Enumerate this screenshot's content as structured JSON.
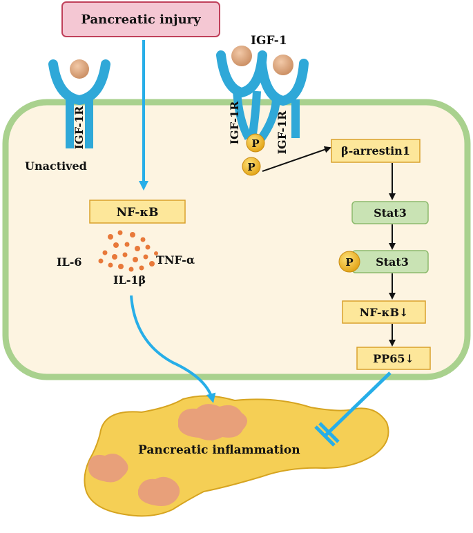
{
  "injury": "Pancreatic injury",
  "ligand": "IGF-1",
  "receptor_left": "IGF-1R",
  "receptor_pair_left": "IGF-1R",
  "receptor_pair_right": "IGF-1R",
  "unactived": "Unactived",
  "phospho_1": "P",
  "phospho_2": "P",
  "phospho_3": "P",
  "nfkb": "NF-κB",
  "il6": "IL-6",
  "tnfa": "TNF-α",
  "il1b": "IL-1β",
  "b_arrestin": "β-arrestin1",
  "stat3": "Stat3",
  "p_stat3": "Stat3",
  "nfkb_down": "NF-κB↓",
  "pp65_down": "PP65↓",
  "inflammation": "Pancreatic inflammation",
  "colors": {
    "cell_fill": "#fdf4e1",
    "cell_border": "#a9d18e",
    "injury_fill": "#f4c7d3",
    "injury_border": "#c0405a",
    "yellow_box": "#fde79a",
    "yellow_border": "#d9a12c",
    "green_box": "#c9e3b4",
    "green_border": "#8cba6d",
    "receptor": "#2fa8d8",
    "ligand": "#d49a73",
    "arrow_blue": "#27aee8",
    "phospho": "#f3b81a",
    "cytokine_dots": "#e8793a",
    "pancreas": "#f5cf55",
    "pancreas_border": "#d6a420",
    "lobule": "#e8a07a"
  }
}
